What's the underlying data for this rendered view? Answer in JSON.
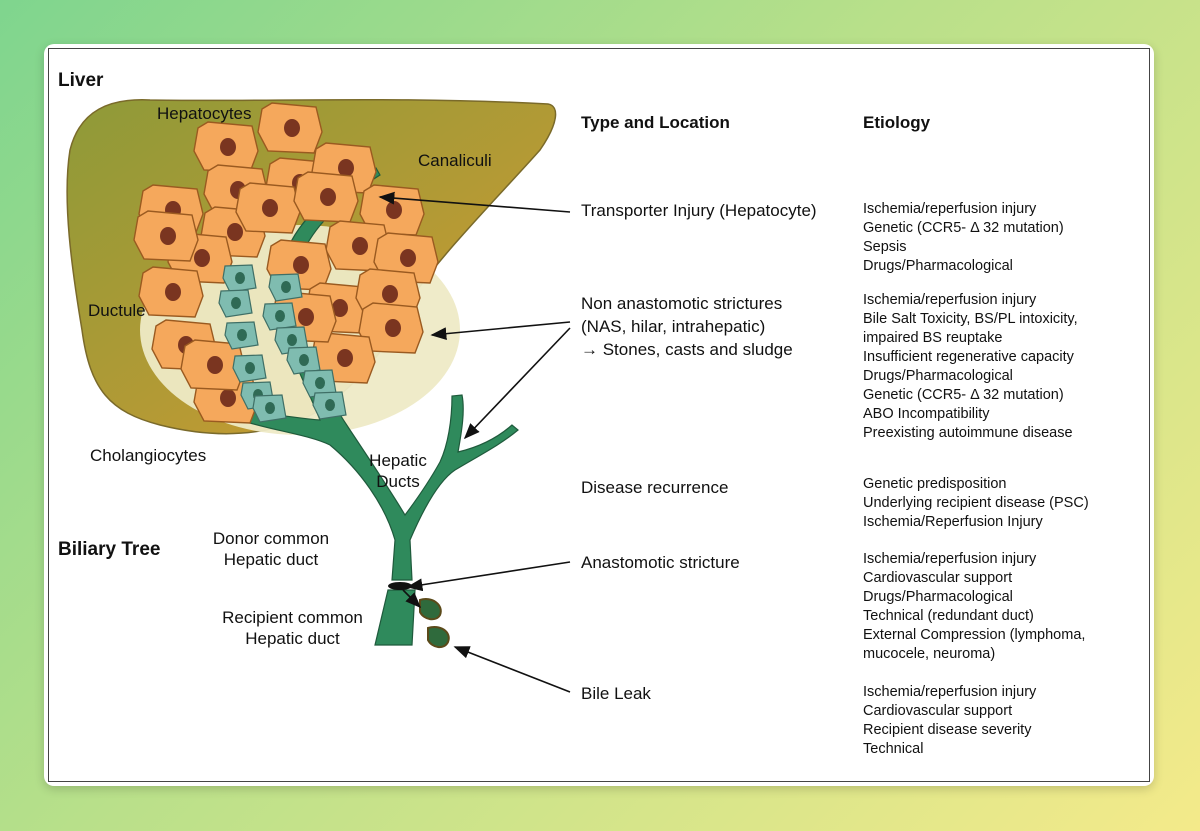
{
  "labels": {
    "liver": "Liver",
    "hepatocytes": "Hepatocytes",
    "canaliculi": "Canaliculi",
    "ductule": "Ductule",
    "cholangiocytes": "Cholangiocytes",
    "hepatic_ducts": [
      "Hepatic",
      "Ducts"
    ],
    "biliary_tree": "Biliary Tree",
    "donor_duct": [
      "Donor common",
      "Hepatic duct"
    ],
    "recipient_duct": [
      "Recipient common",
      "Hepatic duct"
    ]
  },
  "headers": {
    "type_location": "Type and Location",
    "etiology": "Etiology"
  },
  "rows": [
    {
      "type": [
        "Transporter Injury (Hepatocyte)"
      ],
      "etiology": [
        "Ischemia/reperfusion injury",
        "Genetic (CCR5- Δ 32 mutation)",
        "Sepsis",
        "Drugs/Pharmacological"
      ]
    },
    {
      "type": [
        "Non anastomotic strictures",
        "(NAS, hilar, intrahepatic)",
        "→ Stones, casts and sludge"
      ],
      "etiology": [
        "Ischemia/reperfusion injury",
        "Bile Salt Toxicity, BS/PL intoxicity,",
        "impaired BS reuptake",
        "Insufficient regenerative capacity",
        "Drugs/Pharmacological",
        "Genetic (CCR5- Δ 32 mutation)",
        "ABO Incompatibility",
        "Preexisting autoimmune disease"
      ]
    },
    {
      "type": [
        "Disease recurrence"
      ],
      "etiology": [
        "Genetic predisposition",
        "Underlying recipient disease (PSC)",
        "Ischemia/Reperfusion Injury"
      ]
    },
    {
      "type": [
        "Anastomotic stricture"
      ],
      "etiology": [
        "Ischemia/reperfusion injury",
        "Cardiovascular support",
        "Drugs/Pharmacological",
        "Technical (redundant duct)",
        "External Compression (lymphoma,",
        "mucocele, neuroma)"
      ]
    },
    {
      "type": [
        "Bile Leak"
      ],
      "etiology": [
        "Ischemia/reperfusion injury",
        "Cardiovascular support",
        "Recipient disease severity",
        "Technical"
      ]
    }
  ],
  "colors": {
    "liver_fill_light": "#a8a040",
    "liver_fill_dark": "#c08a2a",
    "hepatocyte": "#f5a85c",
    "hepatocyte_nucleus": "#7a3520",
    "cholangiocyte": "#7fbcb0",
    "duct": "#2f8a5c",
    "halo": "#efe9c4"
  }
}
